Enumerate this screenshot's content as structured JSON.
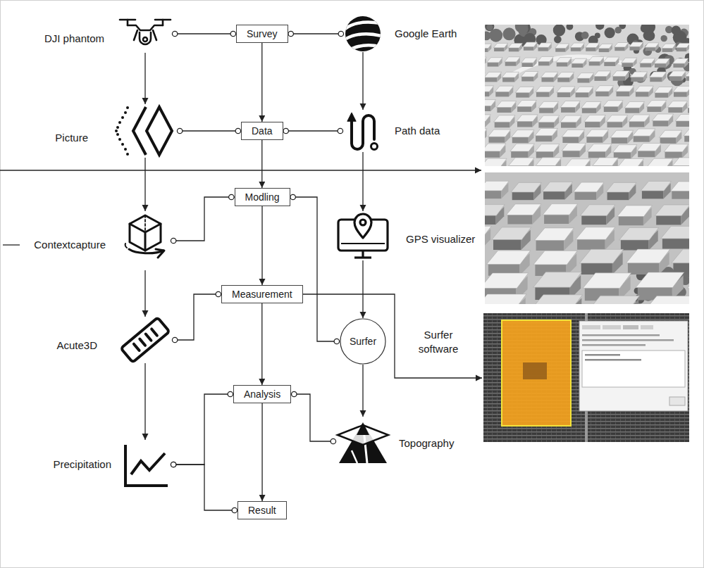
{
  "diagram": {
    "nodes": [
      {
        "text": [
          "DJI phantom"
        ]
      },
      {
        "text": [
          "Survey"
        ]
      },
      {
        "text": [
          "Google Earth"
        ]
      },
      {
        "text": [
          "Picture"
        ]
      },
      {
        "text": [
          "Data"
        ]
      },
      {
        "text": [
          "Path data"
        ]
      },
      {
        "text": [
          "Modling"
        ]
      },
      {
        "text": [
          "Contextcapture"
        ]
      },
      {
        "text": [
          "GPS visualizer"
        ]
      },
      {
        "text": [
          "Measurement"
        ]
      },
      {
        "text": [
          "Acute3D"
        ]
      },
      {
        "text": [
          "Surfer"
        ]
      },
      {
        "text": [
          "Analysis"
        ]
      },
      {
        "text": [
          "Topography"
        ]
      },
      {
        "text": [
          "Precipitation"
        ]
      },
      {
        "text": [
          "Result"
        ]
      }
    ],
    "edges": [
      {
        "from": 0,
        "to": 1,
        "arrow": "none"
      },
      {
        "from": 1,
        "to": 2,
        "arrow": "none"
      },
      {
        "from": 1,
        "to": 4,
        "arrow": "to"
      },
      {
        "from": 0,
        "to": 3,
        "arrow": "to"
      },
      {
        "from": 2,
        "to": 5,
        "arrow": "to"
      },
      {
        "from": 3,
        "to": 4,
        "arrow": "none"
      },
      {
        "from": 4,
        "to": 5,
        "arrow": "none"
      },
      {
        "from": 4,
        "to": 6,
        "arrow": "to"
      },
      {
        "from": 3,
        "to": 7,
        "arrow": "to"
      },
      {
        "from": 5,
        "to": 8,
        "arrow": "to"
      },
      {
        "from": 6,
        "to": 7,
        "arrow": "none"
      },
      {
        "from": 6,
        "to": 11,
        "arrow": "none"
      },
      {
        "from": 6,
        "to": 9,
        "arrow": "to"
      },
      {
        "from": 9,
        "to": 10,
        "arrow": "none"
      },
      {
        "from": 8,
        "to": 11,
        "arrow": "to"
      },
      {
        "from": 7,
        "to": 10,
        "arrow": "to"
      },
      {
        "from": 10,
        "to": 14,
        "arrow": "to"
      },
      {
        "from": 9,
        "to": 12,
        "arrow": "to"
      },
      {
        "from": 11,
        "to": 13,
        "arrow": "to"
      },
      {
        "from": 12,
        "to": 13,
        "arrow": "none"
      },
      {
        "from": 12,
        "to": 14,
        "arrow": "none"
      },
      {
        "from": 14,
        "to": 15,
        "arrow": "none"
      },
      {
        "from": 12,
        "to": 15,
        "arrow": "to"
      }
    ],
    "labels": [
      "Surfer software"
    ]
  }
}
